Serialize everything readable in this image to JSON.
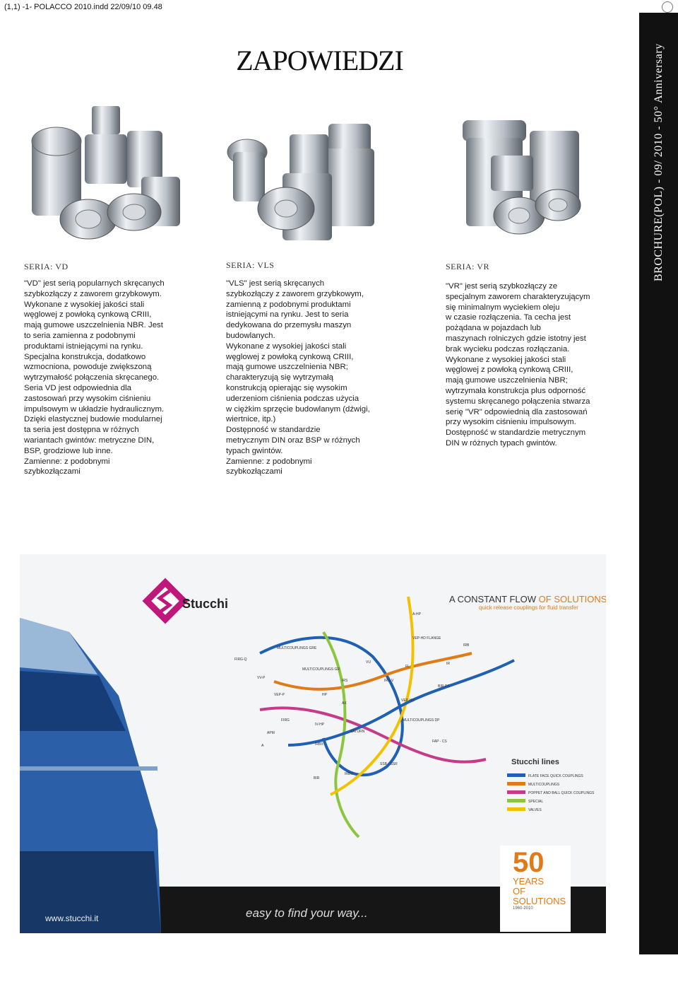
{
  "page": {
    "header_text": "(1,1) -1- POLACCO 2010.indd 22/09/10 09.48",
    "title": "ZAPOWIEDZI",
    "sidebar_text": "BROCHURE(POL) - 09/ 2010 - 50° Anniversary"
  },
  "columns": [
    {
      "series": "SERIA: VD",
      "text": "\"VD\" jest serią popularnych skręcanych\nszybkozłączy z zaworem  grzybkowym.\nWykonane z wysokiej jakości stali\nwęglowej z powłoką cynkową CRIII,\nmają gumowe uszczelnienia NBR. Jest\nto seria zamienna z podobnymi\nproduktami istniejącymi na rynku.\nSpecjalna konstrukcja, dodatkowo\nwzmocniona, powoduje zwiększoną\nwytrzymałość połączenia skręcanego.\nSeria VD jest odpowiednia dla\nzastosowań przy wysokim ciśnieniu\nimpulsowym w układzie hydraulicznym.\nDzięki elastycznej budowie modularnej\nta seria jest dostępna w różnych\nwariantach gwintów: metryczne DIN,\nBSP, grodziowe lub inne.\nZamienne:  z podobnymi\nszybkozłączami"
    },
    {
      "series": "SERIA: VLS",
      "text": "\"VLS\" jest serią skręcanych\nszybkozłączy z zaworem  grzybkowym,\nzamienną z podobnymi produktami\nistniejącymi na rynku. Jest to seria\ndedykowana do przemysłu maszyn\nbudowlanych.\nWykonane z wysokiej jakości stali\nwęglowej z powłoką cynkową CRIII,\nmają gumowe uszczelnienia NBR;\ncharakteryzują się wytrzymałą\nkonstrukcją opierając się wysokim\nuderzeniom ciśnienia podczas użycia\nw ciężkim sprzęcie budowlanym (dźwigi,\nwiertnice, itp.)\nDostępność w standardzie\nmetrycznym DIN oraz BSP w różnych\ntypach gwintów.\nZamienne:  z podobnymi\nszybkozłączami"
    },
    {
      "series": "SERIA: VR",
      "text": "\"VR\" jest serią szybkozłączy ze\nspecjalnym zaworem charakteryzującym\nsię minimalnym wyciekiem oleju\nw czasie rozłączenia. Ta cecha jest\npożądana w pojazdach lub\nmaszynach rolniczych gdzie istotny jest\nbrak wycieku podczas rozłączania.\nWykonane z wysokiej jakości stali\nwęglowej z powłoką cynkową CRIII,\nmają gumowe uszczelnienia NBR;\nwytrzymała konstrukcja plus odporność\nsystemu skręcanego połączenia stwarza\nserię \"VR\" odpowiednią dla zastosowań\nprzy wysokim ciśnieniu impulsowym.\nDostępność w standardzie metrycznym\nDIN w różnych typach gwintów."
    }
  ],
  "ad": {
    "brand": "Stucchi",
    "tagline_a": "A CONSTANT FLOW ",
    "tagline_b": "OF SOLUTIONS",
    "subtagline": "quick release couplings for fluid transfer",
    "lines_title": "Stucchi lines",
    "legend": [
      {
        "label": "FLATE FACE QUICK COUPLINGS",
        "color": "#1f5fb4"
      },
      {
        "label": "MULTICOUPLINGS",
        "color": "#e07b1a"
      },
      {
        "label": "POPPET AND BALL QUICK COUPLINGS",
        "color": "#c53a8a"
      },
      {
        "label": "SPECIAL",
        "color": "#8cc63f"
      },
      {
        "label": "VALVES",
        "color": "#f2c200"
      }
    ],
    "stations": [
      "A-HP",
      "VEP-HD FLANGE",
      "MULTICOUPLINGS GRE",
      "FIRG-Q",
      "VU",
      "FL",
      "IRB",
      "IR",
      "MULTICOUPLINGS GR",
      "VV-P",
      "IRS",
      "IRS-V",
      "BIR-PC",
      "VEP-P",
      "HP",
      "VEP-HD",
      "AX",
      "FIRG",
      "MULTICOUPLINGS DP",
      "APM",
      "IV-HP",
      "SATURN",
      "A",
      "IRBX",
      "FAP - CS",
      "SSB - SSR",
      "BIR",
      "IRBO"
    ],
    "slogan": "easy to find your way...",
    "website": "www.stucchi.it",
    "years_number": "50",
    "years_text1": "YEARS",
    "years_text2": "OF",
    "years_text3": "SOLUTIONS",
    "years_range": "1960-2010"
  }
}
